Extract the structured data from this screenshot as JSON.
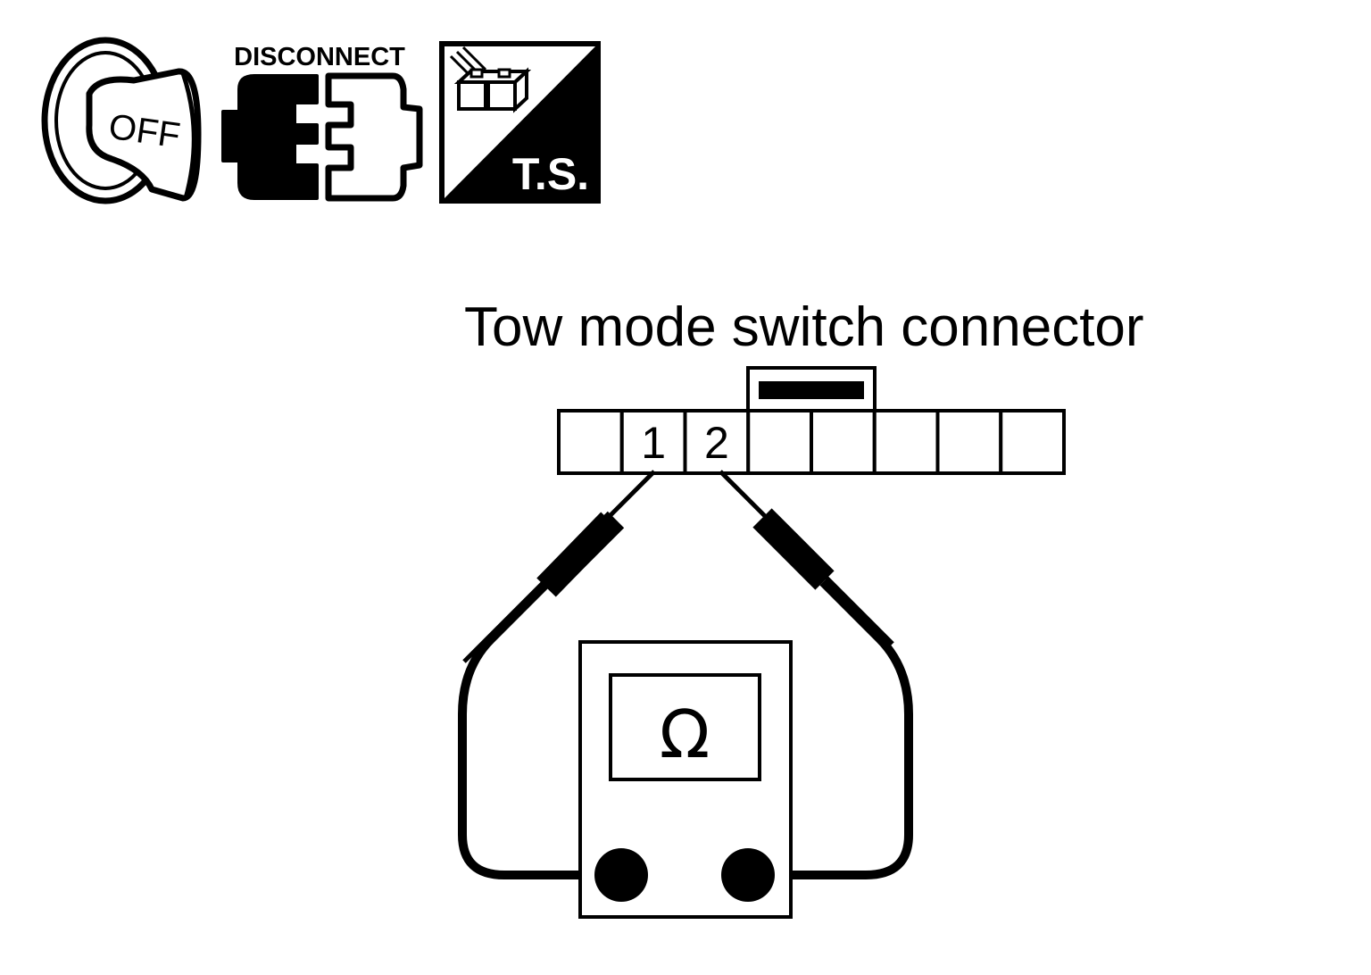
{
  "icons": {
    "ignition": {
      "name": "ignition-off-key-icon",
      "label": "OFF"
    },
    "disconnect": {
      "name": "disconnect-connector-icon",
      "label": "DISCONNECT"
    },
    "test_side": {
      "name": "terminal-side-icon",
      "label": "T.S."
    }
  },
  "connector": {
    "title": "Tow mode switch connector",
    "terminal_count": 8,
    "terminals": [
      "",
      "1",
      "2",
      "",
      "",
      "",
      "",
      ""
    ]
  },
  "meter": {
    "icon": "ohm-meter-icon",
    "symbol": "Ω"
  },
  "colors": {
    "stroke": "#000000",
    "fill": "#ffffff"
  }
}
